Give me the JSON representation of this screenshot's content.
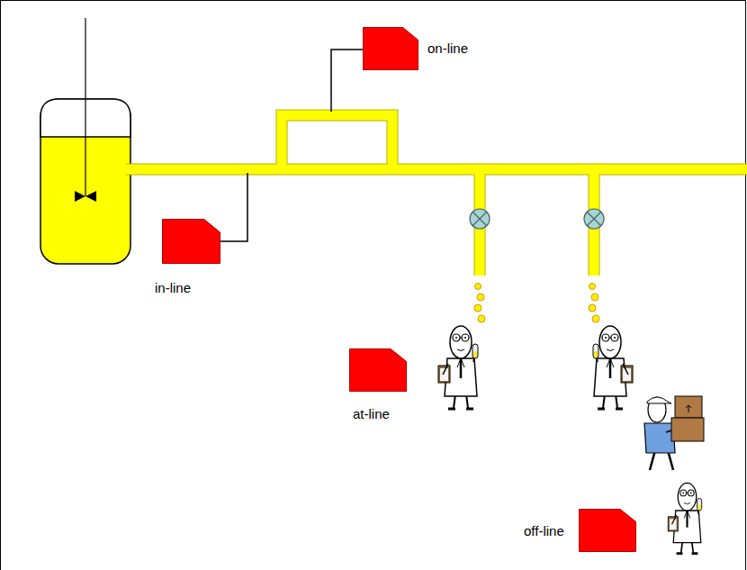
{
  "diagram": {
    "nodes": [
      {
        "text": [
          "on-line"
        ]
      },
      {
        "text": [
          "in-line"
        ]
      },
      {
        "text": [
          "at-line"
        ]
      },
      {
        "text": [
          "off-line"
        ]
      }
    ]
  }
}
